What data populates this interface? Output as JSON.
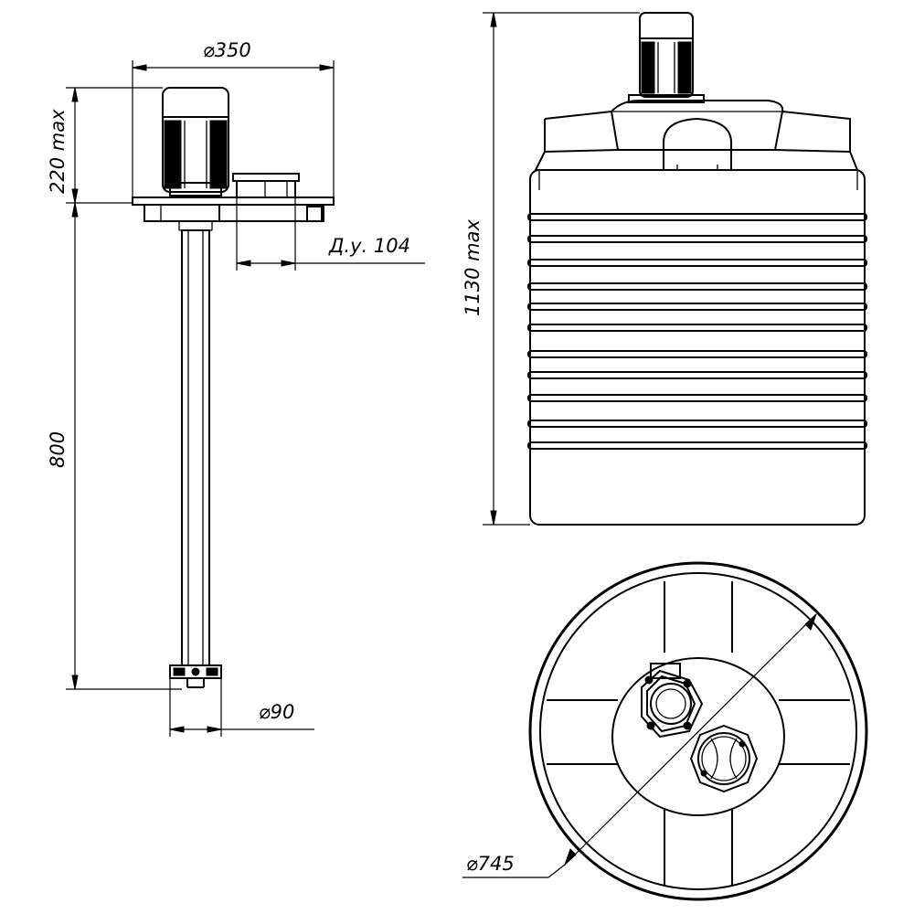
{
  "dimensions": {
    "pump_flange_diameter": "⌀350",
    "motor_height": "220 max",
    "shaft_length": "800",
    "outlet_nominal_diameter": "Д.у. 104",
    "shaft_tip_diameter": "⌀90",
    "tank_height": "1130 max",
    "tank_diameter": "⌀745"
  }
}
